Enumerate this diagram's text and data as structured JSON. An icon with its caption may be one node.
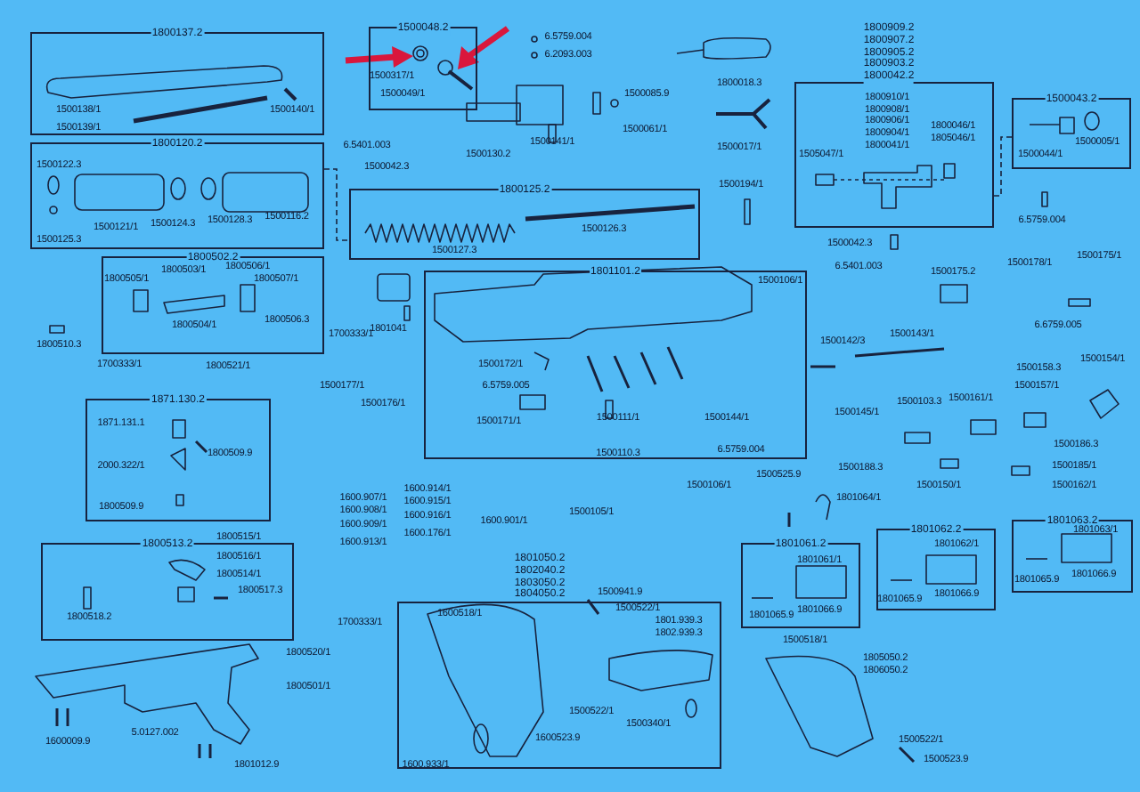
{
  "diagram": {
    "nodes": [
      {
        "text": [
          "1800137.2"
        ]
      },
      {
        "text": [
          "1500048.2"
        ]
      },
      {
        "text": [
          "1800120.2"
        ]
      },
      {
        "text": [
          "1800125.2"
        ]
      },
      {
        "text": [
          "1800502.2"
        ]
      },
      {
        "text": [
          "1801101.2"
        ]
      },
      {
        "text": [
          "1800909.2",
          "1800907.2",
          "1800905.2",
          "1800903.2",
          "1800042.2"
        ]
      },
      {
        "text": [
          "1500043.2"
        ]
      },
      {
        "text": [
          "1871.130.2"
        ]
      },
      {
        "text": [
          "1800513.2"
        ]
      },
      {
        "text": [
          "1801050.2",
          "1802040.2",
          "1803050.2",
          "1804050.2"
        ]
      },
      {
        "text": [
          "1801061.2"
        ]
      },
      {
        "text": [
          "1801062.2"
        ]
      },
      {
        "text": [
          "1801063.2"
        ]
      }
    ],
    "edges": [
      {
        "from": 2,
        "to": 3,
        "arrow": "none",
        "style": "dashed"
      },
      {
        "from": 7,
        "to": 6,
        "arrow": "none",
        "style": "dashed"
      }
    ],
    "labels": [
      "1500138/1",
      "1500139/1",
      "1500140/1",
      "1500317/1",
      "1500049/1",
      "6.5759.004",
      "6.2093.003",
      "1500085.9",
      "1500061/1",
      "1500141/1",
      "1800018.3",
      "1500017/1",
      "1800910/1",
      "1800908/1",
      "1800906/1",
      "1800904/1",
      "1800041/1",
      "1800046/1",
      "1805046/1",
      "1505047/1",
      "1500044/1",
      "1500005/1",
      "6.5401.003",
      "1500042.3",
      "1500130.2",
      "1500122.3",
      "1500125.3",
      "1500121/1",
      "1500124.3",
      "1500128.3",
      "1500116.2",
      "1500127.3",
      "1500126.3",
      "1500194/1",
      "1500042.3",
      "6.5759.004",
      "1500178/1",
      "1500175/1",
      "1800505/1",
      "1800503/1",
      "1800506/1",
      "1800507/1",
      "1800504/1",
      "1800506.3",
      "1800510.3",
      "1700333/1",
      "1800521/1",
      "1700333/1",
      "1801041",
      "1500177/1",
      "1500176/1",
      "1500106/1",
      "6.5401.003",
      "1500175.2",
      "6.6759.005",
      "1500142/3",
      "1500143/1",
      "1500172/1",
      "6.5759.005",
      "1500171/1",
      "1500111/1",
      "1500144/1",
      "6.5759.004",
      "1500158.3",
      "1500154/1",
      "1500157/1",
      "1500145/1",
      "1500103.3",
      "1500161/1",
      "1500186.3",
      "1500188.3",
      "1500185/1",
      "1500150/1",
      "1500162/1",
      "1500110.3",
      "1500105/1",
      "1500106/1",
      "1500525.9",
      "1801064/1",
      "1871.131.1",
      "1800509.9",
      "2000.322/1",
      "1800509.9",
      "1600.907/1",
      "1600.908/1",
      "1600.909/1",
      "1600.913/1",
      "1600.914/1",
      "1600.915/1",
      "1600.916/1",
      "1600.176/1",
      "1600.901/1",
      "1800515/1",
      "1800516/1",
      "1800514/1",
      "1800517.3",
      "1800518.2",
      "1700333/1",
      "1800520/1",
      "1800501/1",
      "1600009.9",
      "5.0127.002",
      "1801012.9",
      "1600518/1",
      "1600.933/1",
      "1600523.9",
      "1500941.9",
      "1500522/1",
      "1801.939.3",
      "1802.939.3",
      "1500522/1",
      "1500340/1",
      "1801061/1",
      "1801065.9",
      "1801066.9",
      "1801062/1",
      "1801065.9",
      "1801066.9",
      "1801063/1",
      "1801065.9",
      "1801066.9",
      "1500518/1",
      "1805050.2",
      "1806050.2",
      "1500522/1",
      "1500523.9"
    ]
  }
}
